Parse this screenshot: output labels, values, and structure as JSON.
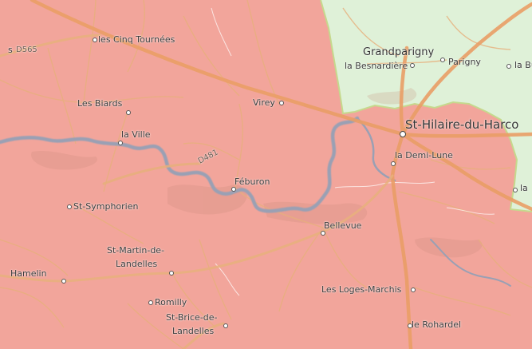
{
  "colors": {
    "selected_region": "#f2a59b",
    "neighbor_region": "#dff1d8",
    "border": "#c5d98d",
    "river": "#9aa0b4",
    "major_road": "#ea9e66",
    "minor_road": "#e7b07c"
  },
  "places": [
    {
      "id": "grandparigny",
      "label": "Grandparigny",
      "size": "mid",
      "marker": false
    },
    {
      "id": "besnardiere",
      "label": "la Besnardière",
      "size": "small",
      "marker": true
    },
    {
      "id": "parigny",
      "label": "Parigny",
      "size": "small",
      "marker": true
    },
    {
      "id": "la-bu",
      "label": "la Bu",
      "size": "small",
      "marker": true
    },
    {
      "id": "st-hilaire",
      "label": "St-Hilaire-du-Harco",
      "size": "big",
      "marker": true
    },
    {
      "id": "demi-lune",
      "label": "la Demi-Lune",
      "size": "small",
      "marker": true
    },
    {
      "id": "la-edge",
      "label": "la",
      "size": "small",
      "marker": true
    },
    {
      "id": "cinq-tournees",
      "label": "les Cinq Tournées",
      "size": "small",
      "marker": true
    },
    {
      "id": "s-edge",
      "label": "s",
      "size": "small",
      "marker": false
    },
    {
      "id": "biards",
      "label": "Les Biards",
      "size": "small",
      "marker": true
    },
    {
      "id": "la-ville",
      "label": "la Ville",
      "size": "small",
      "marker": true
    },
    {
      "id": "virey",
      "label": "Virey",
      "size": "small",
      "marker": true
    },
    {
      "id": "feburon",
      "label": "Féburon",
      "size": "small",
      "marker": true
    },
    {
      "id": "st-symphorien",
      "label": "St-Symphorien",
      "size": "small",
      "marker": true
    },
    {
      "id": "bellevue",
      "label": "Bellevue",
      "size": "small",
      "marker": true
    },
    {
      "id": "st-martin-1",
      "label": "St-Martin-de-",
      "size": "small",
      "marker": false
    },
    {
      "id": "st-martin-2",
      "label": "Landelles",
      "size": "small",
      "marker": true
    },
    {
      "id": "hamelin",
      "label": "Hamelin",
      "size": "small",
      "marker": true
    },
    {
      "id": "loges-marchis",
      "label": "Les Loges-Marchis",
      "size": "small",
      "marker": true
    },
    {
      "id": "romilly",
      "label": "Romilly",
      "size": "small",
      "marker": true
    },
    {
      "id": "st-brice-1",
      "label": "St-Brice-de-",
      "size": "small",
      "marker": false
    },
    {
      "id": "st-brice-2",
      "label": "Landelles",
      "size": "small",
      "marker": true
    },
    {
      "id": "rohardel",
      "label": "le Rohardel",
      "size": "small",
      "marker": true
    }
  ],
  "roads": [
    {
      "id": "d565",
      "label": "D565"
    },
    {
      "id": "d481",
      "label": "D481"
    }
  ]
}
